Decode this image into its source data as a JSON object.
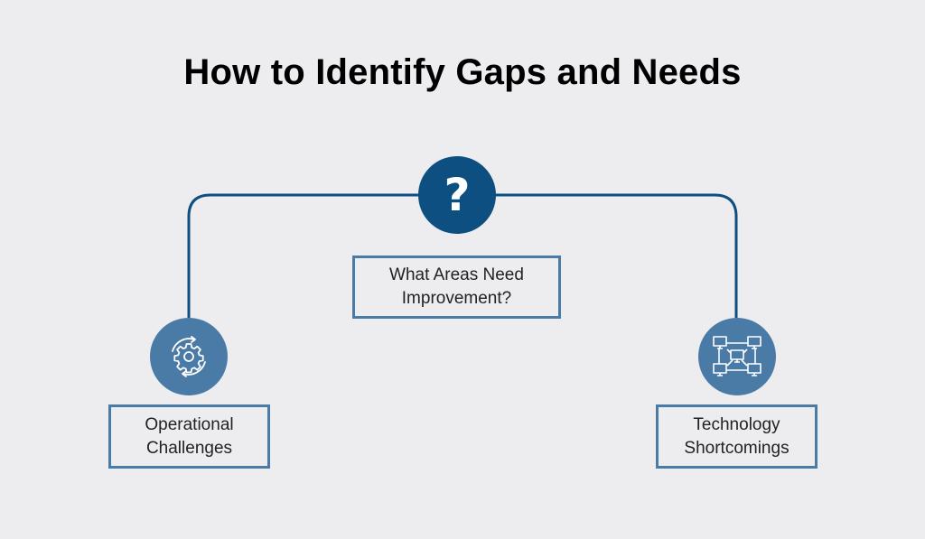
{
  "title": "How to Identify Gaps and Needs",
  "center": {
    "icon": "question-mark-icon",
    "symbol": "?",
    "label_line1": "What Areas Need",
    "label_line2": "Improvement?"
  },
  "left": {
    "icon": "gear-cycle-icon",
    "label_line1": "Operational",
    "label_line2": "Challenges"
  },
  "right": {
    "icon": "network-computers-icon",
    "label_line1": "Technology",
    "label_line2": "Shortcomings"
  },
  "colors": {
    "background": "#ededf0",
    "primary_dark": "#0d4f80",
    "primary_light": "#4a7aa6"
  }
}
